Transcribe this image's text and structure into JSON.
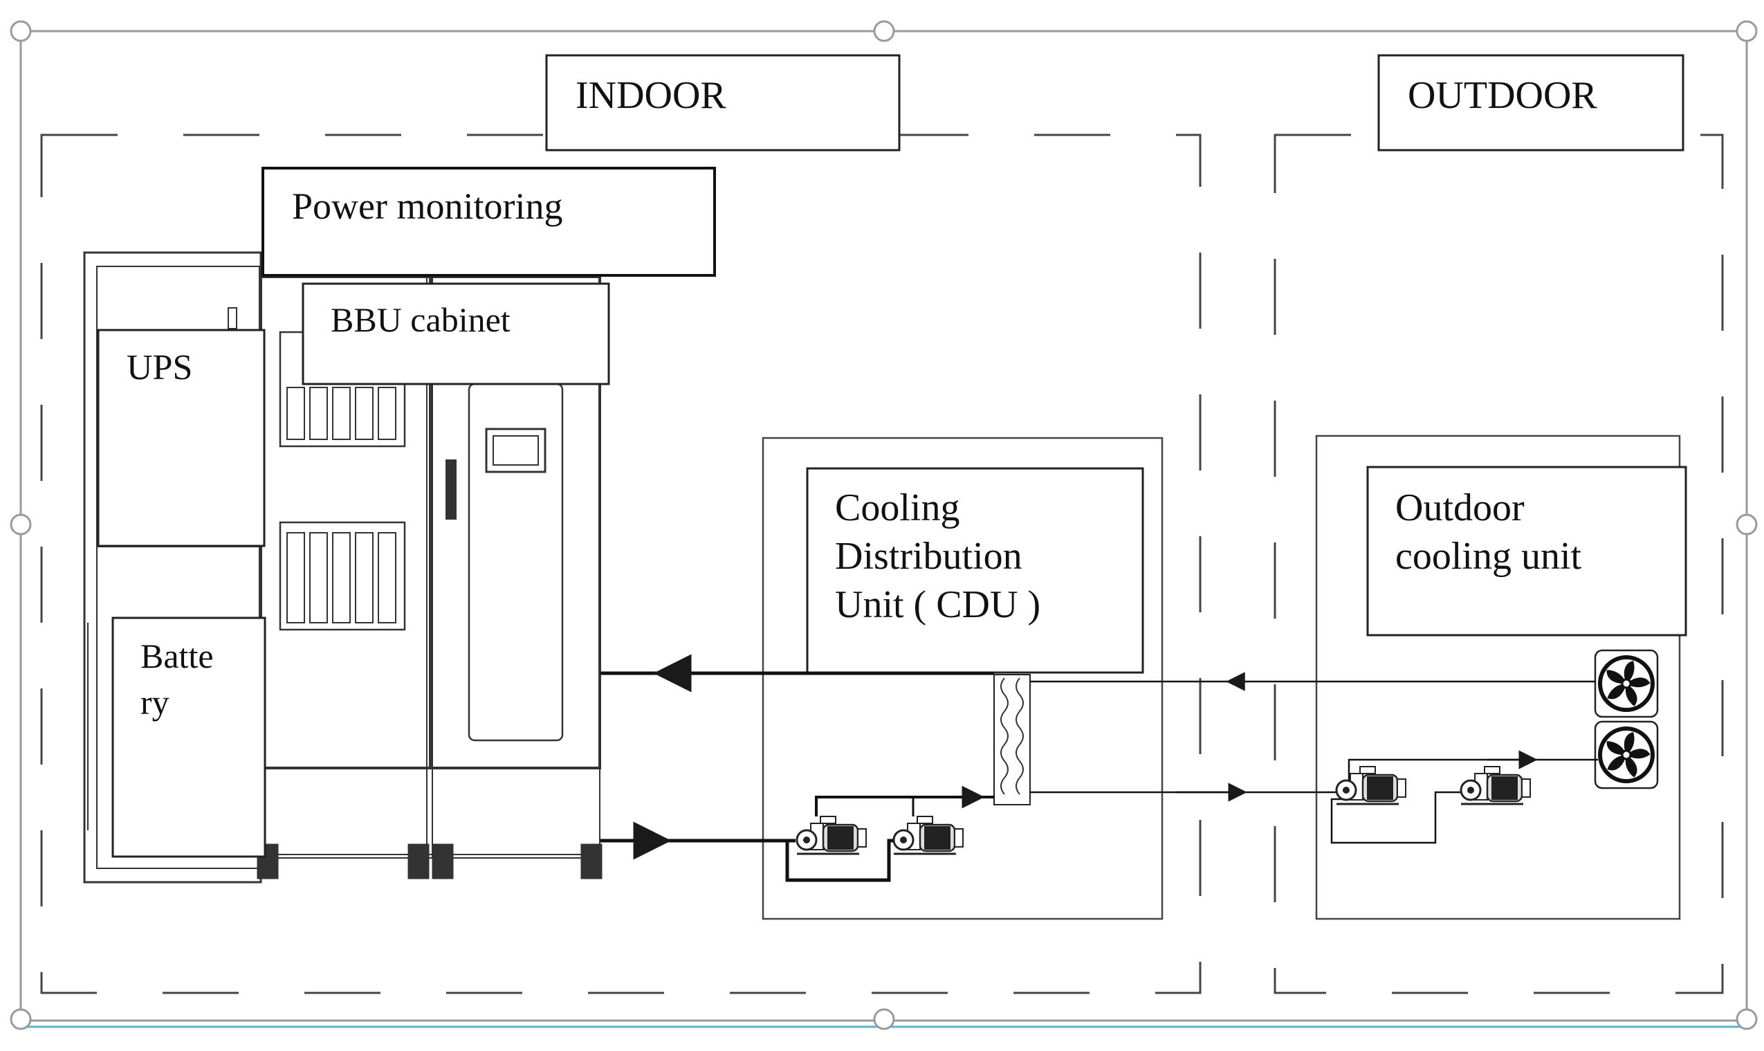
{
  "zones": {
    "indoor": "INDOOR",
    "outdoor": "OUTDOOR"
  },
  "boxes": {
    "power_monitoring": "Power monitoring",
    "bbu_cabinet": "BBU cabinet",
    "ups": "UPS",
    "battery_line1": "Batte",
    "battery_line2": "ry",
    "cdu_line1": "Cooling",
    "cdu_line2": "Distribution",
    "cdu_line3": "Unit ( CDU )",
    "outdoor_unit_line1": "Outdoor",
    "outdoor_unit_line2": "cooling unit"
  },
  "colors": {
    "line": "#1a1a1a",
    "selection_frame": "#9a9a9a",
    "selection_underline": "#55b6c9",
    "background": "#ffffff"
  }
}
